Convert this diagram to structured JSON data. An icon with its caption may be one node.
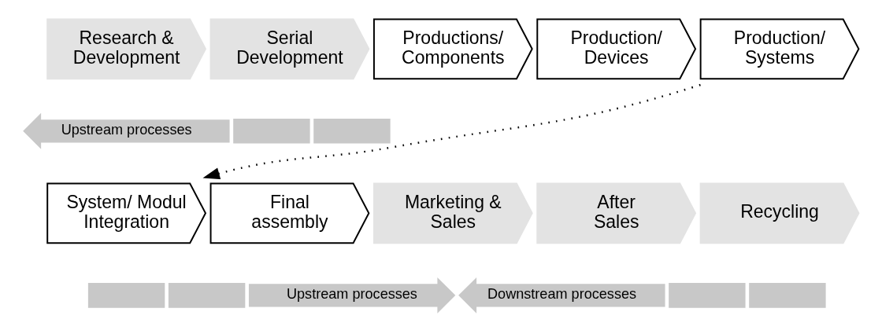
{
  "diagram": {
    "nodes": [
      {
        "text": [
          "Research & Development"
        ]
      },
      {
        "text": [
          "Serial Development"
        ]
      },
      {
        "text": [
          "Productions/ Components"
        ]
      },
      {
        "text": [
          "Production/ Devices"
        ]
      },
      {
        "text": [
          "Production/ Systems"
        ]
      },
      {
        "text": [
          "Upstream processes"
        ]
      },
      {
        "text": [],
        "shape": "bar"
      },
      {
        "text": [],
        "shape": "bar"
      },
      {
        "text": [
          "System/ Modul Integration"
        ]
      },
      {
        "text": [
          "Final assembly"
        ]
      },
      {
        "text": [
          "Marketing & Sales"
        ]
      },
      {
        "text": [
          "After Sales"
        ]
      },
      {
        "text": [
          "Recycling"
        ]
      },
      {
        "text": [],
        "shape": "bar"
      },
      {
        "text": [],
        "shape": "bar"
      },
      {
        "text": [
          "Upstream processes"
        ]
      },
      {
        "text": [
          "Downstream processes"
        ]
      },
      {
        "text": [],
        "shape": "bar"
      },
      {
        "text": [],
        "shape": "bar"
      }
    ],
    "edges": [
      {
        "from": 4,
        "to": 8,
        "arrow": "to",
        "style": "dashed"
      }
    ]
  }
}
